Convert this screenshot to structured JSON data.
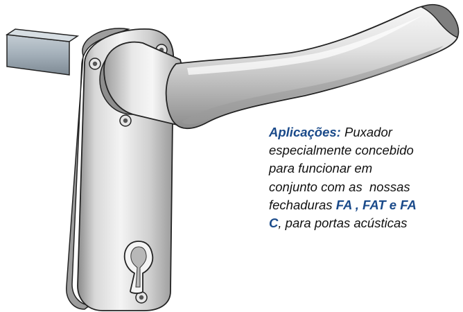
{
  "colors": {
    "highlight": "#1a4a8a",
    "text": "#111111",
    "metal_light": "#f2f2f2",
    "metal_dark": "#7a7a7a",
    "spindle": "#a0adb8"
  },
  "image": {
    "subject": "lever-door-handle-icon"
  },
  "caption": {
    "lines": [
      [
        {
          "text": "Aplicações:",
          "highlight": true
        },
        {
          "text": " Puxador",
          "highlight": false
        }
      ],
      [
        {
          "text": "especialmente concebido",
          "highlight": false
        }
      ],
      [
        {
          "text": "para funcionar em",
          "highlight": false
        }
      ],
      [
        {
          "text": "conjunto com as  nossas",
          "highlight": false
        }
      ],
      [
        {
          "text": "fechaduras ",
          "highlight": false
        },
        {
          "text": "FA , FAT e FA",
          "highlight": true
        }
      ],
      [
        {
          "text": "C",
          "highlight": true
        },
        {
          "text": ", para portas acústicas",
          "highlight": false
        }
      ]
    ]
  }
}
